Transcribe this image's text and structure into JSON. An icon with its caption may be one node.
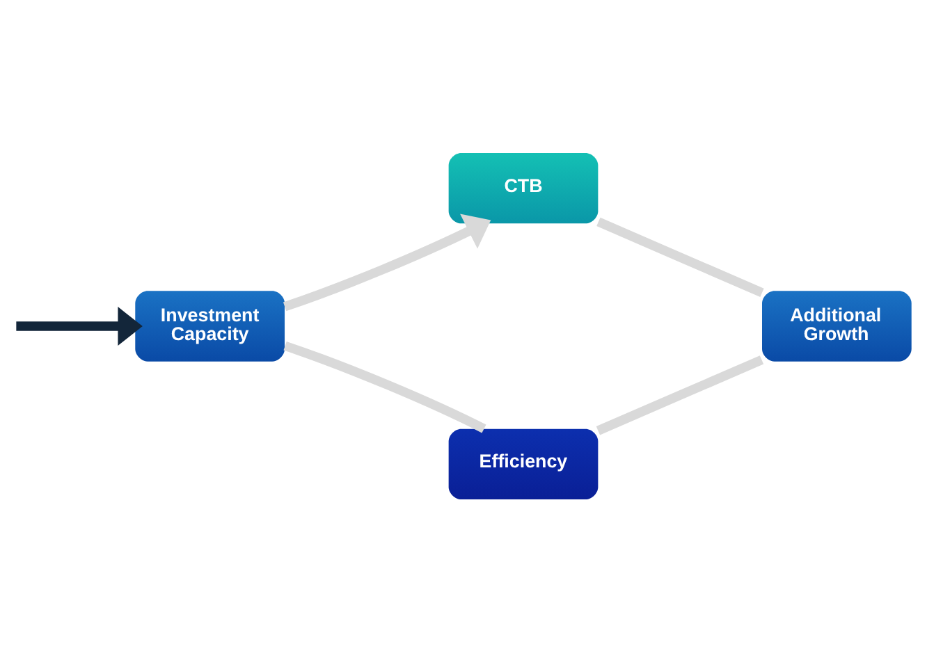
{
  "diagram": {
    "nodes": [
      {
        "text": [
          "CTB"
        ]
      },
      {
        "text": [
          "Additional Growth"
        ]
      },
      {
        "text": [
          "Efficiency"
        ]
      },
      {
        "text": [
          "Investment Capacity"
        ]
      }
    ],
    "edges": [
      {
        "from": 0,
        "to": 1,
        "arrow": "none"
      },
      {
        "from": 1,
        "to": 2,
        "arrow": "none"
      },
      {
        "from": 2,
        "to": 3,
        "arrow": "none"
      },
      {
        "from": 3,
        "to": 0,
        "arrow": "to"
      },
      {
        "from": null,
        "to": 3,
        "arrow": "to",
        "color": "#13263a"
      }
    ]
  }
}
